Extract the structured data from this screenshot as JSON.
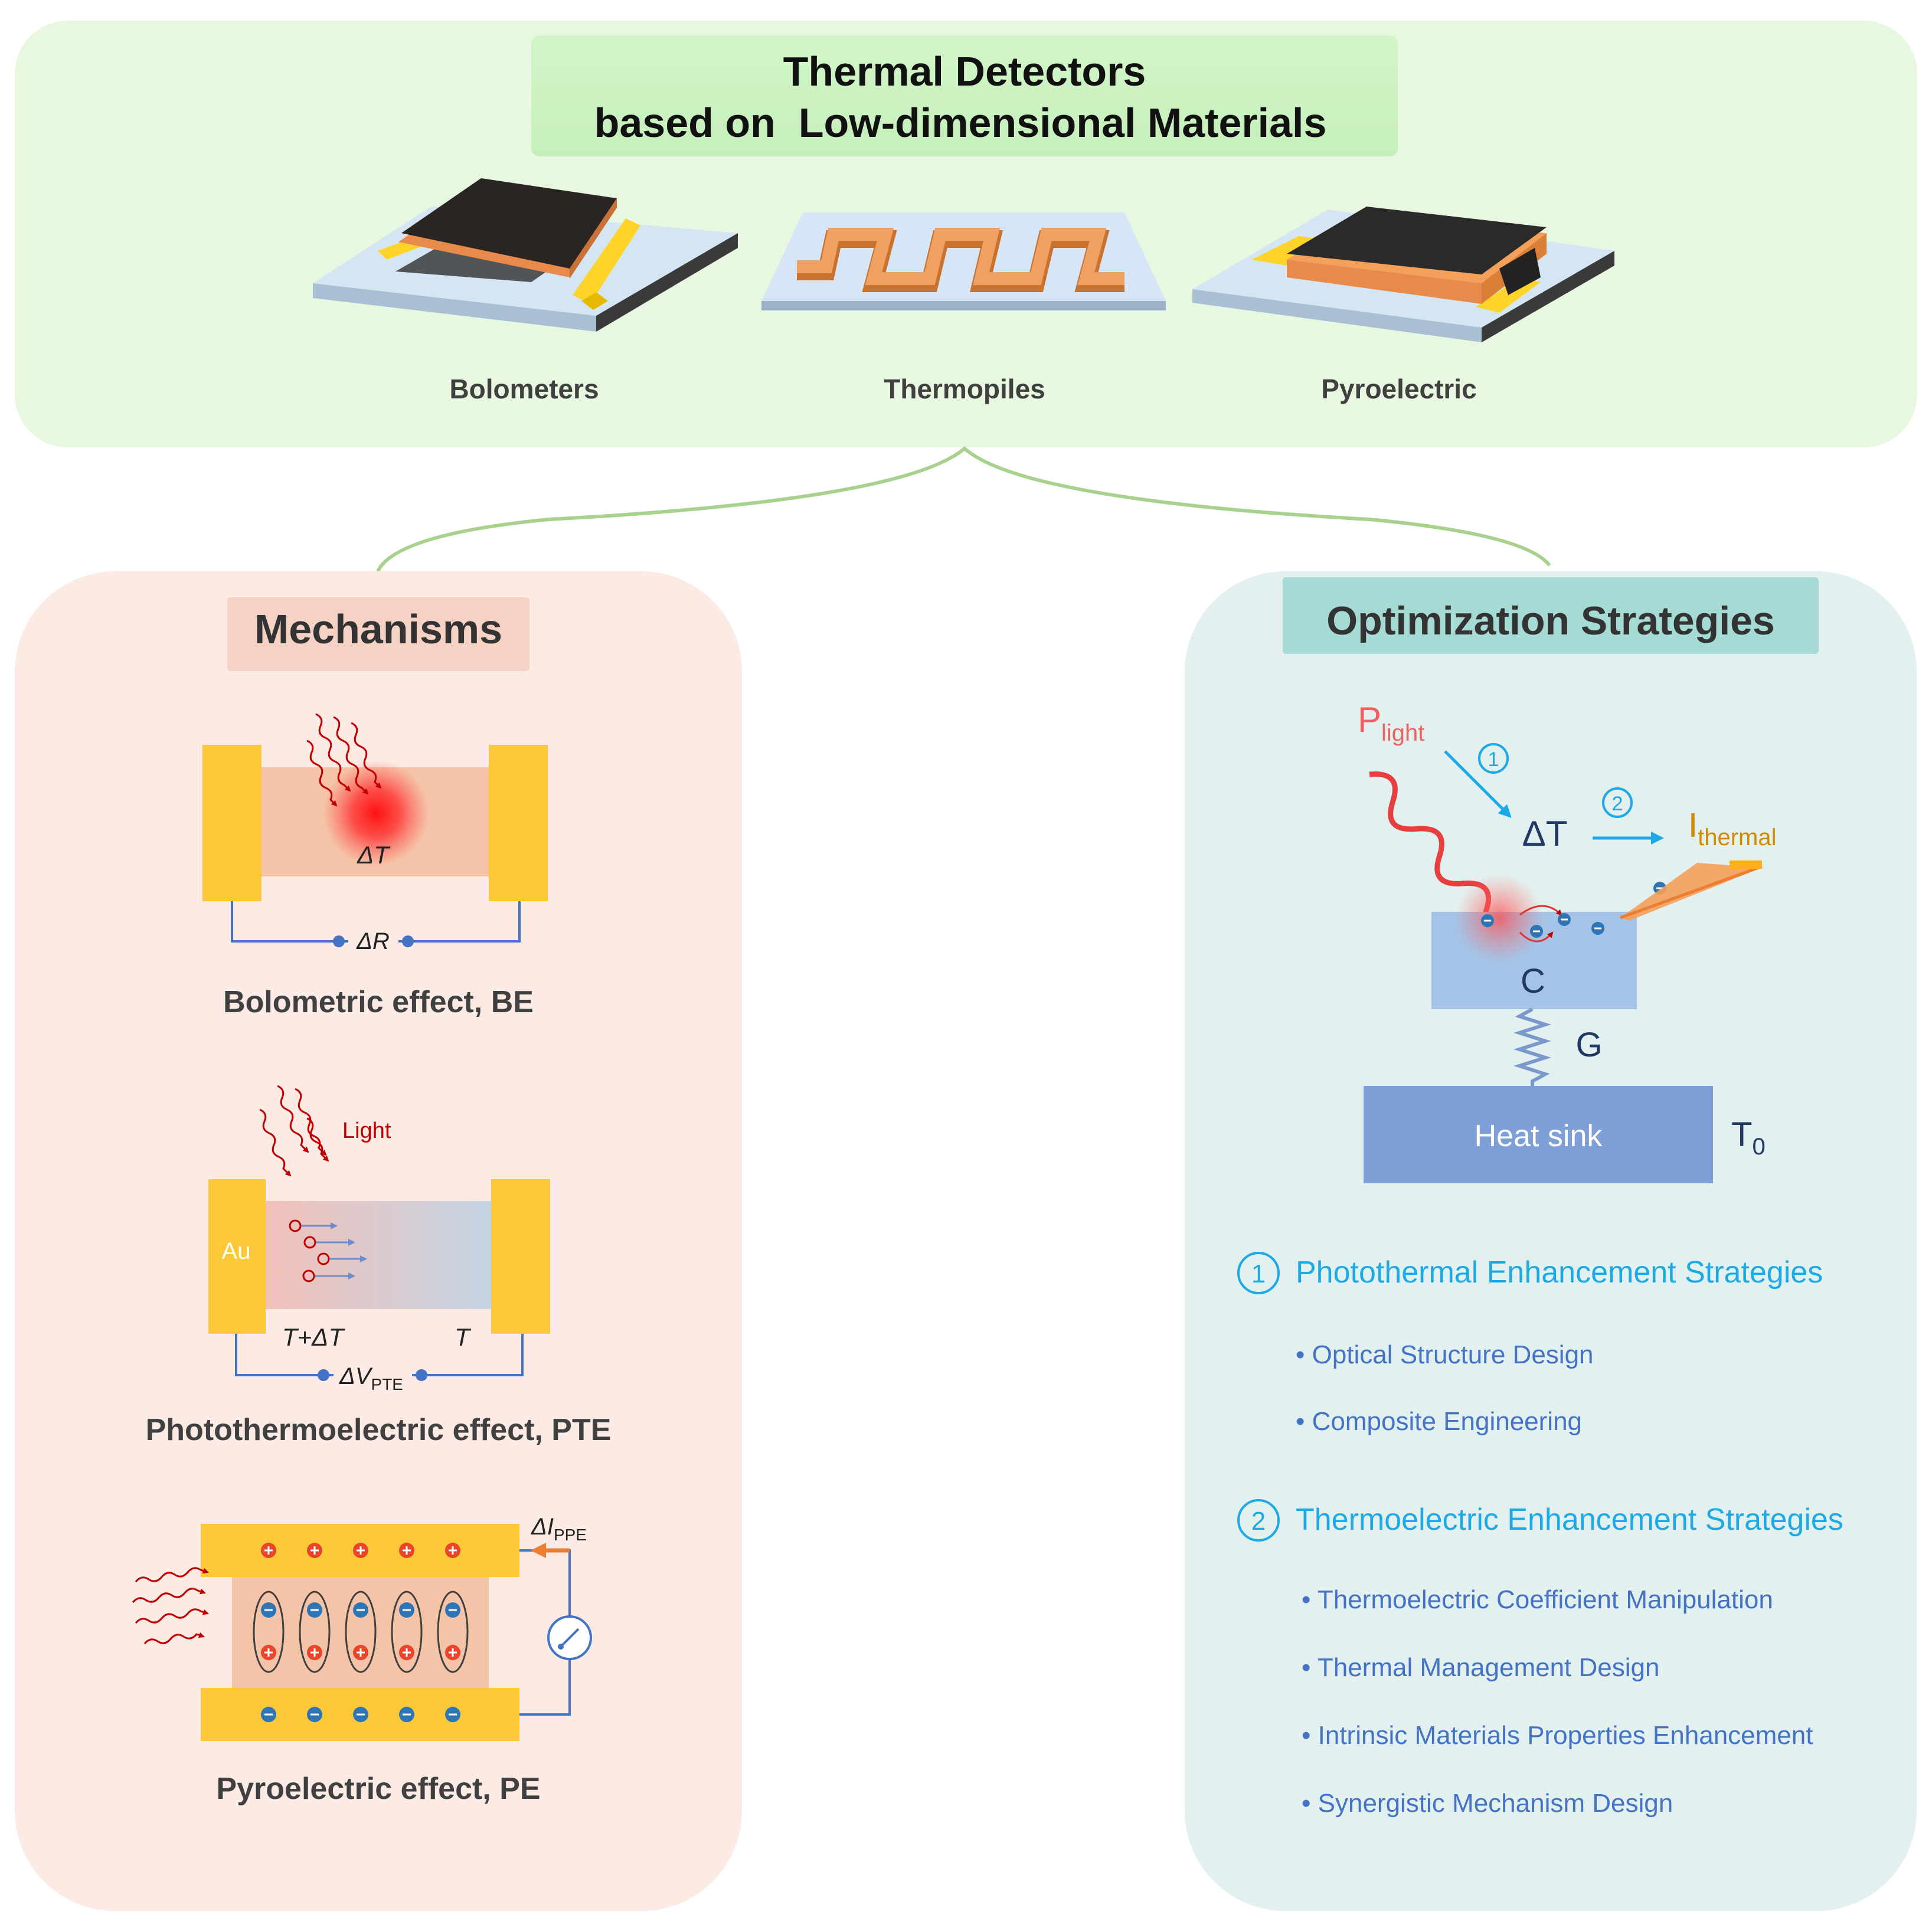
{
  "header": {
    "title_line1": "Thermal Detectors",
    "title_line2": "based on  Low-dimensional Materials",
    "devices": [
      "Bolometers",
      "Thermopiles",
      "Pyroelectric"
    ]
  },
  "mechanisms": {
    "title": "Mechanisms",
    "be": {
      "delta_t": "ΔT",
      "delta_r": "ΔR",
      "caption": "Bolometric effect, BE"
    },
    "pte": {
      "light": "Light",
      "au": "Au",
      "t_hot": "T+ΔT",
      "t_cold": "T",
      "dv_main": "ΔV",
      "dv_sub": "PTE",
      "caption": "Photothermoelectric effect, PTE"
    },
    "pe": {
      "di_main": "ΔI",
      "di_sub": "PPE",
      "caption": "Pyroelectric effect, PE"
    }
  },
  "optimization": {
    "title": "Optimization Strategies",
    "schematic": {
      "p_main": "P",
      "p_sub": "light",
      "step1": "1",
      "step2": "2",
      "delta_t": "ΔT",
      "i_main": "I",
      "i_sub": "thermal",
      "c": "C",
      "g": "G",
      "heat_sink": "Heat sink",
      "t0_main": "T",
      "t0_sub": "0"
    },
    "groups": [
      {
        "number": "1",
        "title": "Photothermal Enhancement Strategies",
        "items": [
          "Optical Structure Design",
          "Composite Engineering"
        ]
      },
      {
        "number": "2",
        "title": "Thermoelectric Enhancement Strategies",
        "items": [
          "Thermoelectric Coefficient Manipulation",
          "Thermal Management Design",
          "Intrinsic Materials Properties Enhancement",
          "Synergistic Mechanism Design"
        ]
      }
    ]
  },
  "colors": {
    "top_panel": "#e8f8e0",
    "title_box": "#ccf2c4",
    "connector": "#a9d18e",
    "mech_panel": "#fbebe4",
    "mech_title": "#f6d2c4",
    "opt_panel": "#e2f1ef",
    "opt_title": "#a6dad5",
    "gold": "#fdc838",
    "accent_blue": "#1ca9e6",
    "item_blue": "#4472c4",
    "red": "#d42020"
  }
}
